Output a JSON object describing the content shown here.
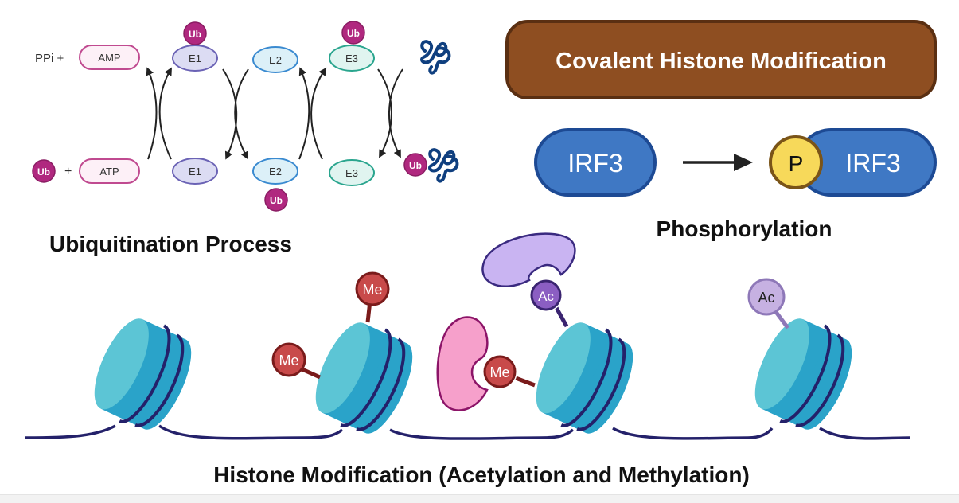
{
  "colors": {
    "ub_fill": "#b0287f",
    "ub_stroke": "#8a1d63",
    "atp_fill": "#fdf0f7",
    "atp_stroke": "#c04a90",
    "e1_fill": "#dcdcf3",
    "e1_stroke": "#6b63b5",
    "e2_fill": "#dcf0f8",
    "e2_stroke": "#3a8ad0",
    "e3_fill": "#e0f4f0",
    "e3_stroke": "#2aa58e",
    "protein": "#0f3f7f",
    "arrow": "#222222",
    "title_box_fill": "#8e4e21",
    "title_box_stroke": "#5a2f12",
    "irf3_fill": "#3f78c4",
    "irf3_stroke": "#1d4a94",
    "p_fill": "#f7d95a",
    "p_stroke": "#7a5418",
    "nucleosome_light": "#5cc5d5",
    "nucleosome_dark": "#2aa3c9",
    "dna": "#24216a",
    "me_fill": "#c84a4a",
    "me_stroke": "#7a1b1b",
    "ac_fill": "#8b5ec2",
    "ac_stroke": "#3a2470",
    "ac_light_fill": "#c6b1e2",
    "ac_light_stroke": "#8e78b8",
    "reader_purple": "#c9b4f2",
    "reader_purple_stroke": "#3a2a80",
    "reader_pink": "#f6a0cb",
    "reader_pink_stroke": "#8c1468"
  },
  "ubiquitination": {
    "title": "Ubiquitination Process",
    "ppi_plus": "PPi +",
    "amp": "AMP",
    "atp": "ATP",
    "plus": "+",
    "ub": "Ub",
    "e1": "E1",
    "e2": "E2",
    "e3": "E3"
  },
  "header": {
    "title": "Covalent Histone Modification"
  },
  "phosphorylation": {
    "title": "Phosphorylation",
    "substrate": "IRF3",
    "product": "IRF3",
    "phosphate": "P"
  },
  "histone": {
    "title": "Histone Modification (Acetylation and Methylation)",
    "me": "Me",
    "ac": "Ac"
  }
}
